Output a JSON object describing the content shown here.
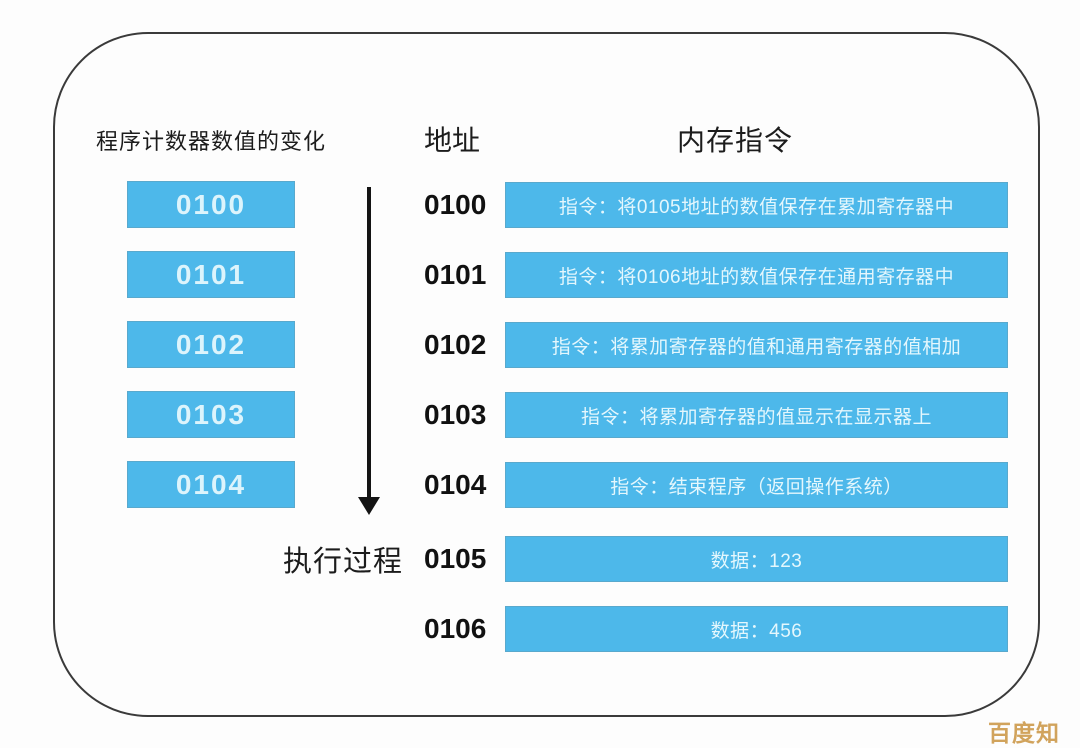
{
  "colors": {
    "box_blue": "#4db8ea",
    "box_text": "#e4f7fd",
    "panel_outline": "#3a3a3a",
    "text_dark": "#1c1c1c",
    "watermark_gold": "#d1a35c"
  },
  "left_column": {
    "header": "程序计数器数值的变化",
    "pc_values": [
      "0100",
      "0101",
      "0102",
      "0103",
      "0104"
    ]
  },
  "execution": {
    "label": "执行过程"
  },
  "memory_table": {
    "address_header": "地址",
    "instruction_header": "内存指令",
    "rows": [
      {
        "address": "0100",
        "content": "指令：将0105地址的数值保存在累加寄存器中"
      },
      {
        "address": "0101",
        "content": "指令：将0106地址的数值保存在通用寄存器中"
      },
      {
        "address": "0102",
        "content": "指令：将累加寄存器的值和通用寄存器的值相加"
      },
      {
        "address": "0103",
        "content": "指令：将累加寄存器的值显示在显示器上"
      },
      {
        "address": "0104",
        "content": "指令：结束程序（返回操作系统）"
      },
      {
        "address": "0105",
        "content": "数据：123"
      },
      {
        "address": "0106",
        "content": "数据：456"
      }
    ]
  },
  "watermark": "百度知道"
}
